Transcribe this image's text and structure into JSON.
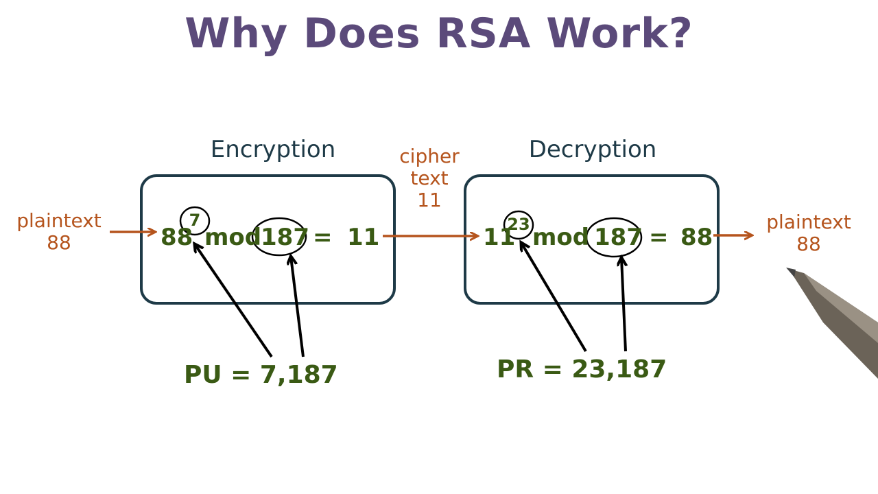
{
  "colors": {
    "title": "#5b4a7a",
    "box": "#1e3a47",
    "ink": "#3a5a14",
    "orange": "#b5541d",
    "arrow": "#000000"
  },
  "title": "Why Does RSA Work?",
  "encryption": {
    "label": "Encryption",
    "base": "88",
    "exponent": "7",
    "mod": "mod",
    "modulus": "187",
    "equals": "=",
    "result": "11"
  },
  "decryption": {
    "label": "Decryption",
    "base": "11",
    "exponent": "23",
    "mod": "mod",
    "modulus": "187",
    "equals": "=",
    "result": "88"
  },
  "input": {
    "word": "plaintext",
    "value": "88"
  },
  "ciphertext": {
    "line1": "cipher",
    "line2": "text",
    "value": "11"
  },
  "output": {
    "word": "plaintext",
    "value": "88"
  },
  "public_key": "PU = 7,187",
  "private_key": "PR = 23,187",
  "icons": [
    "pen-icon"
  ]
}
